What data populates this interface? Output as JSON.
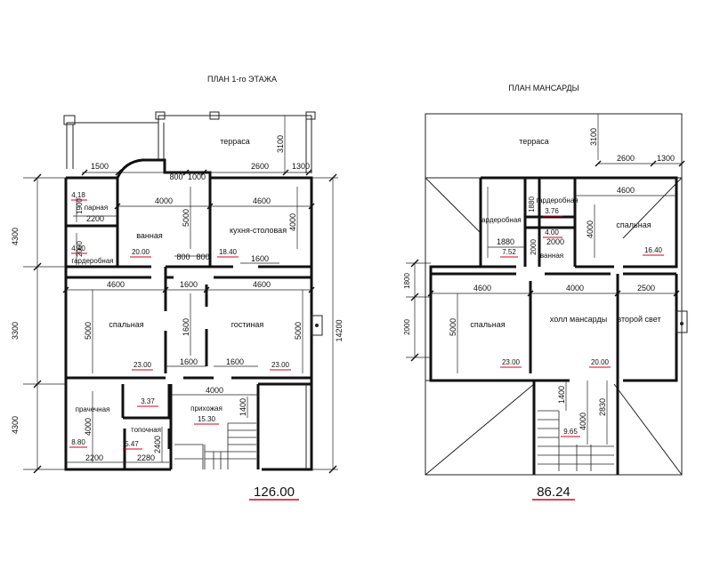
{
  "first_floor": {
    "title": "ПЛАН 1-го ЭТАЖА",
    "total": "126.00",
    "rooms": {
      "terrace": "терраса",
      "sauna": "парная",
      "wardrobe": "гардеробная",
      "bathroom": "ванная",
      "kitchen": "кухня-столовая",
      "bedroom": "спальная",
      "living": "гостиная",
      "laundry": "прачечная",
      "boiler": "топочная",
      "hall": "прихожая"
    },
    "areas": {
      "sauna": "4.18",
      "wardrobe": "4.40",
      "bathroom": "20.00",
      "kitchen": "18.40",
      "bedroom": "23.00",
      "living": "23.00",
      "laundry": "8.80",
      "hall_small": "3.37",
      "boiler": "5.47",
      "hall": "15.30"
    },
    "dims": {
      "d1500": "1500",
      "d800": "800",
      "d1000": "1000",
      "d2600": "2600",
      "d1300": "1300",
      "d3100": "3100",
      "d4000_top": "4000",
      "d4600_kitchen": "4600",
      "d1900": "1900",
      "d2200_top": "2200",
      "d2000": "2000",
      "d5000_bath": "5000",
      "d4000_kitchen": "4000",
      "d800b": "800",
      "d800c": "800",
      "d1600_a": "1600",
      "d4600_bed": "4600",
      "d1600_b": "1600",
      "d4600_liv": "4600",
      "d5000_bed": "5000",
      "d1600_c": "1600",
      "d5000_liv": "5000",
      "d1600_d": "1600",
      "d1600_e": "1600",
      "d4000_hall": "4000",
      "d1400": "1400",
      "d4000_laundry": "4000",
      "d2400": "2400",
      "d2200_bot": "2200",
      "d2280": "2280",
      "left_4300_top": "4300",
      "left_3300": "3300",
      "left_4300_bot": "4300",
      "right_14200": "14200"
    }
  },
  "attic": {
    "title": "ПЛАН МАНСАРДЫ",
    "total": "86.24",
    "rooms": {
      "terrace": "терраса",
      "wardrobe": "гардеробная",
      "wardrobe2": "гардеробная",
      "bath": "ванная",
      "bedroom_tr": "спальная",
      "bedroom": "спальная",
      "hall": "холл мансарды",
      "second_light": "второй свет"
    },
    "areas": {
      "wardrobe": "7.52",
      "wardrobe2": "3.76",
      "bath": "4.00",
      "bedroom_tr": "16.40",
      "bedroom": "23.00",
      "hall": "20.00",
      "stair": "9.65"
    },
    "dims": {
      "d3100": "3100",
      "d2600": "2600",
      "d1300": "1300",
      "d4600": "4600",
      "d1880": "1880",
      "d1880b": "1880",
      "d2000": "2000",
      "d2000b": "2000",
      "d4000_v": "4000",
      "d4000_rv": "4000",
      "d4600_bed": "4600",
      "d4000_hall": "4000",
      "d2500": "2500",
      "d5000": "5000",
      "d1800": "1800",
      "d2000_left": "2000",
      "d1400": "1400",
      "d4000_st": "4000",
      "d2830": "2830"
    }
  }
}
